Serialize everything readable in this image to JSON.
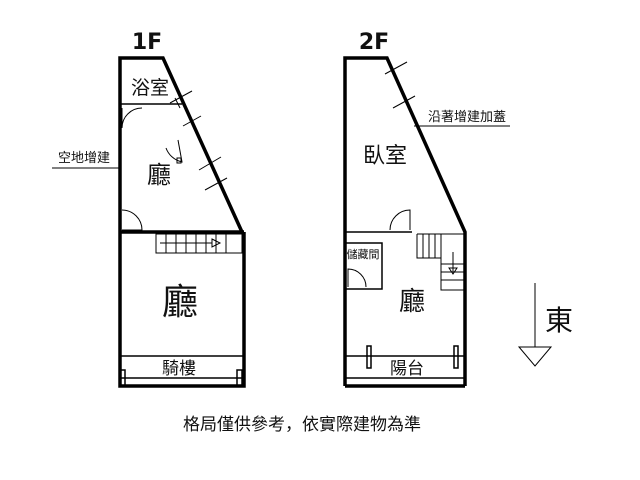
{
  "floors": {
    "first": {
      "label": "1F",
      "rooms": {
        "bathroom": "浴室",
        "hall_upper": "廳",
        "hall_lower": "廳",
        "arcade": "騎樓"
      },
      "annotation": "空地增建"
    },
    "second": {
      "label": "2F",
      "rooms": {
        "bedroom": "臥室",
        "storage": "儲藏間",
        "hall": "廳",
        "balcony": "陽台"
      },
      "annotation": "沿著增建加蓋"
    }
  },
  "compass": {
    "label": "東"
  },
  "disclaimer": "格局僅供參考，依實際建物為準"
}
